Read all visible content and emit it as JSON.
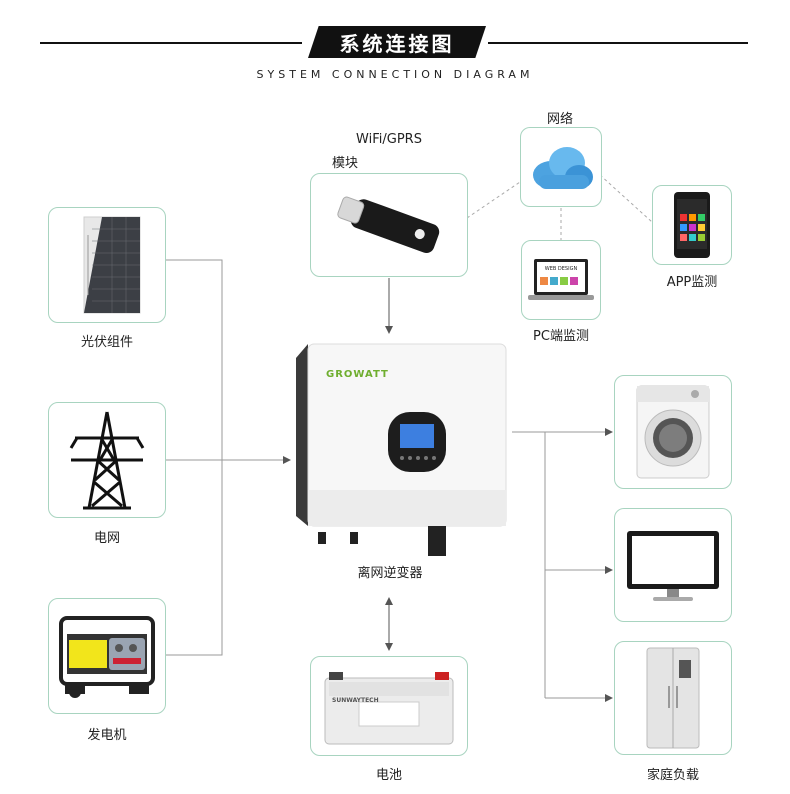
{
  "header": {
    "title": "系统连接图",
    "subtitle": "SYSTEM CONNECTION DIAGRAM"
  },
  "nodes": {
    "solar": {
      "label": "光伏组件"
    },
    "grid": {
      "label": "电网"
    },
    "generator": {
      "label": "发电机"
    },
    "wifi": {
      "label_line1": "WiFi/GPRS",
      "label_line2": "模块"
    },
    "network": {
      "label": "网络"
    },
    "pc": {
      "label": "PC端监测",
      "screen_text": "WEB DESIGN"
    },
    "app": {
      "label": "APP监测"
    },
    "inverter": {
      "label": "离网逆变器",
      "brand": "GROWATT"
    },
    "battery": {
      "label": "电池",
      "brand": "SUNWAYTECH"
    },
    "loads": {
      "label": "家庭负载"
    }
  },
  "colors": {
    "box_border": "#a8d4c0",
    "line": "#9a9a9a",
    "brand_green": "#6fae2f"
  }
}
